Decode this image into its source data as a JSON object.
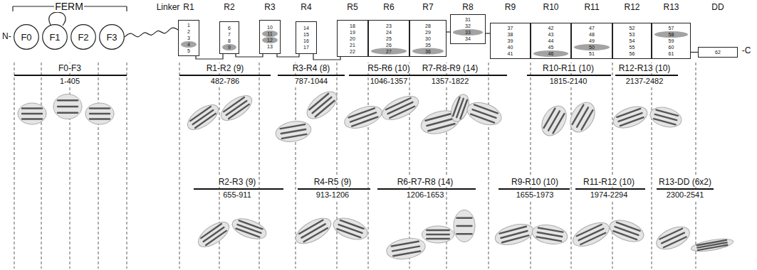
{
  "diagram": {
    "nodes": [
      {
        "text": [
          "F0"
        ]
      },
      {
        "text": [
          "F1"
        ]
      },
      {
        "text": [
          "F2"
        ]
      },
      {
        "text": [
          "F3"
        ]
      },
      {
        "text": [
          "R1",
          "1",
          "2",
          "3",
          "4",
          "5"
        ]
      },
      {
        "text": [
          "R2",
          "6",
          "7",
          "8",
          "9"
        ]
      },
      {
        "text": [
          "R3",
          "10",
          "11",
          "12",
          "13"
        ]
      },
      {
        "text": [
          "R4",
          "14",
          "15",
          "16",
          "17"
        ]
      },
      {
        "text": [
          "R5",
          "18",
          "19",
          "20",
          "21",
          "22"
        ]
      },
      {
        "text": [
          "R6",
          "23",
          "24",
          "25",
          "26",
          "27"
        ]
      },
      {
        "text": [
          "R7",
          "28",
          "29",
          "30",
          "35",
          "36"
        ]
      },
      {
        "text": [
          "R8",
          "31",
          "32",
          "33",
          "34"
        ]
      },
      {
        "text": [
          "R9",
          "37",
          "38",
          "39",
          "40",
          "41"
        ]
      },
      {
        "text": [
          "R10",
          "42",
          "43",
          "44",
          "45",
          "46"
        ]
      },
      {
        "text": [
          "R11",
          "47",
          "48",
          "49",
          "50",
          "51"
        ]
      },
      {
        "text": [
          "R12",
          "52",
          "53",
          "54",
          "55",
          "56"
        ]
      },
      {
        "text": [
          "R13",
          "57",
          "58",
          "59",
          "60",
          "61"
        ]
      },
      {
        "text": [
          "DD",
          "62"
        ]
      }
    ],
    "edges": [
      {
        "from": 3,
        "to": 4,
        "arrow": "none"
      },
      {
        "from": 4,
        "to": 5,
        "arrow": "none"
      },
      {
        "from": 5,
        "to": 6,
        "arrow": "none"
      },
      {
        "from": 6,
        "to": 7,
        "arrow": "none"
      },
      {
        "from": 7,
        "to": 8,
        "arrow": "none"
      },
      {
        "from": 10,
        "to": 11,
        "arrow": "none"
      },
      {
        "from": 11,
        "to": 12,
        "arrow": "none"
      },
      {
        "from": 16,
        "to": 17,
        "arrow": "none"
      }
    ],
    "labels": [
      "FERM",
      "Linker",
      "N-",
      "-C",
      "F0-F3",
      "1-405",
      "R1-R2 (9)",
      "482-786",
      "R3-R4 (8)",
      "787-1044",
      "R5-R6 (10)",
      "1046-1357",
      "R7-R8-R9 (14)",
      "1357-1822",
      "R10-R11 (10)",
      "1815-2140",
      "R12-R13 (10)",
      "2137-2482",
      "R2-R3 (9)",
      "655-911",
      "R4-R5 (9)",
      "913-1206",
      "R6-R7-R8 (14)",
      "1206-1653",
      "R9-R10 (10)",
      "1655-1973",
      "R11-R12 (10)",
      "1974-2294",
      "R13-DD (6x2)",
      "2300-2541"
    ]
  }
}
